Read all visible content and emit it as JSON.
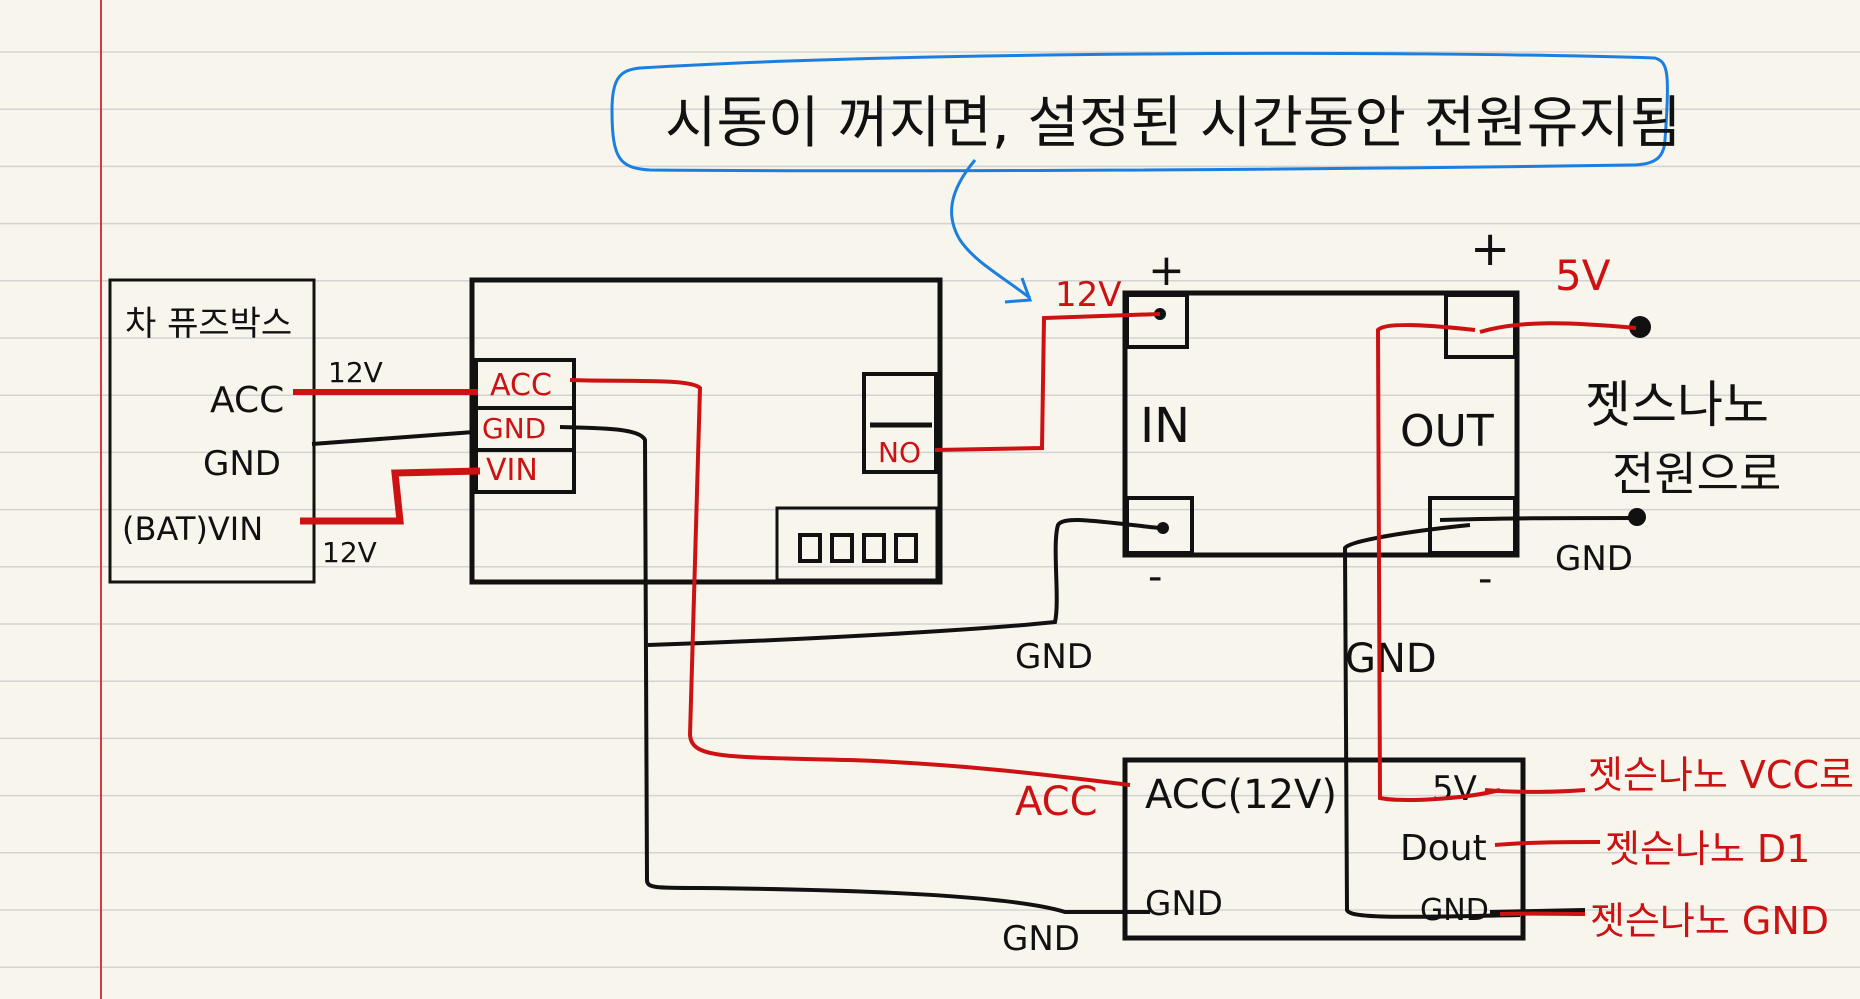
{
  "colors": {
    "paper": "#f7f5ec",
    "ruled_line": "#d3d3d3",
    "margin_line": "#d33a44",
    "ink_black": "#111111",
    "ink_red": "#cc1212",
    "ink_blue": "#1a7fe0"
  },
  "note": {
    "text": "시동이 꺼지면, 설정된 시간동안 전원유지됨"
  },
  "fusebox": {
    "title": "차 퓨즈박스",
    "pins": [
      "ACC",
      "GND",
      "(BAT)VIN"
    ],
    "acc_voltage": "12V",
    "vin_voltage": "12V"
  },
  "timer_relay": {
    "pins": [
      "ACC",
      "GND",
      "VIN"
    ],
    "output": "NO"
  },
  "converter": {
    "in_label": "IN",
    "out_label": "OUT",
    "plus_in": "+",
    "plus_out": "+",
    "minus_in": "-",
    "minus_out": "-",
    "in_voltage": "12V",
    "out_voltage": "5V"
  },
  "jetson_power": {
    "label_line1": "젯스나노",
    "label_line2": "전원으로",
    "gnd": "GND"
  },
  "gnd_labels": {
    "relay_gnd_branch": "GND",
    "converter_gnd_branch": "GND",
    "board_gnd_left": "GND"
  },
  "signal_board": {
    "left_pins": [
      "ACC(12V)",
      "GND"
    ],
    "right_pins": [
      "5V",
      "Dout",
      "GND"
    ],
    "acc_label": "ACC"
  },
  "jetson_signals": {
    "vcc": "젯슨나노 VCC로",
    "d1": "젯슨나노 D1",
    "gnd": "젯슨나노 GND"
  }
}
